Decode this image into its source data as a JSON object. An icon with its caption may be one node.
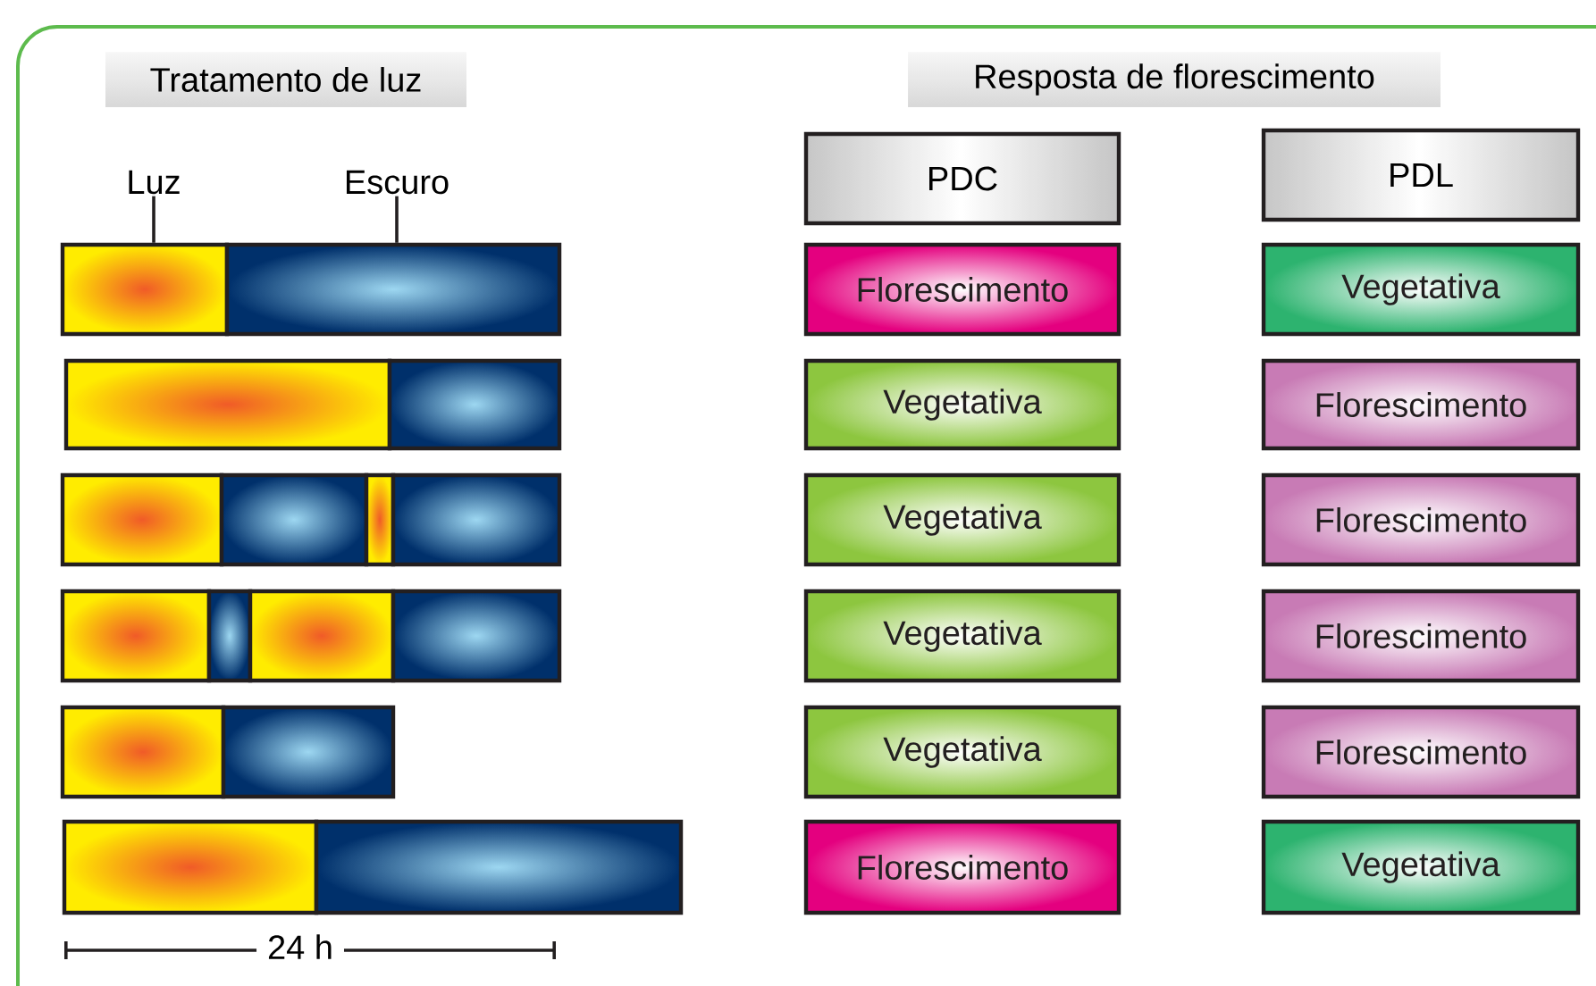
{
  "diagram": {
    "nodes": [
      {
        "text": [
          "Tratamento de luz"
        ]
      },
      {
        "text": [
          "Resposta de florescimento"
        ]
      },
      {
        "text": [
          "Luz"
        ]
      },
      {
        "text": [
          "Escuro"
        ]
      },
      {
        "text": [
          "PDC"
        ]
      },
      {
        "text": [
          "PDL"
        ]
      },
      {
        "text": [],
        "shape": "bar"
      },
      {
        "text": [],
        "shape": "bar"
      },
      {
        "text": [
          "Florescimento"
        ]
      },
      {
        "text": [
          "Vegetativa"
        ]
      },
      {
        "text": [],
        "shape": "bar"
      },
      {
        "text": [],
        "shape": "bar"
      },
      {
        "text": [
          "Vegetativa"
        ]
      },
      {
        "text": [
          "Florescimento"
        ]
      },
      {
        "text": [],
        "shape": "bar"
      },
      {
        "text": [],
        "shape": "bar"
      },
      {
        "text": [],
        "shape": "bar"
      },
      {
        "text": [],
        "shape": "bar"
      },
      {
        "text": [
          "Vegetativa"
        ]
      },
      {
        "text": [
          "Florescimento"
        ]
      },
      {
        "text": [],
        "shape": "bar"
      },
      {
        "text": [],
        "shape": "bar"
      },
      {
        "text": [],
        "shape": "bar"
      },
      {
        "text": [],
        "shape": "bar"
      },
      {
        "text": [
          "Vegetativa"
        ]
      },
      {
        "text": [
          "Florescimento"
        ]
      },
      {
        "text": [],
        "shape": "bar"
      },
      {
        "text": [],
        "shape": "bar"
      },
      {
        "text": [
          "Vegetativa"
        ]
      },
      {
        "text": [
          "Florescimento"
        ]
      },
      {
        "text": [],
        "shape": "bar"
      },
      {
        "text": [],
        "shape": "bar"
      },
      {
        "text": [
          "Florescimento"
        ]
      },
      {
        "text": [
          "Vegetativa"
        ]
      }
    ],
    "edges": [
      {
        "from": 2,
        "to": 6,
        "arrow": "none"
      },
      {
        "from": 3,
        "to": 7,
        "arrow": "none"
      }
    ],
    "labels": [
      "24 h"
    ]
  }
}
